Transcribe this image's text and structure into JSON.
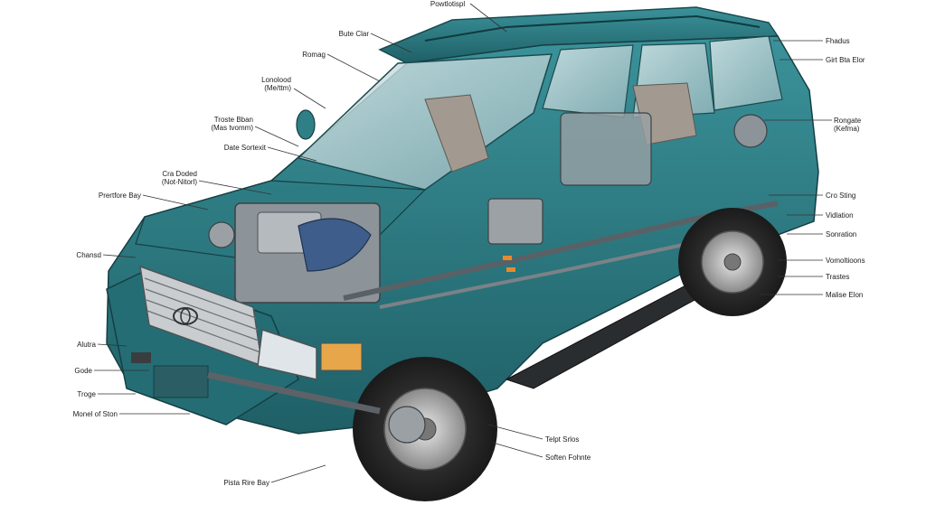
{
  "diagram": {
    "labels": {
      "top_center": "Powtlotispl",
      "left": [
        "Bute Clar",
        "Romag",
        "Lonolood\n(Me/ttm)",
        "Troste Bban\n(Mas tvomm)",
        "Date Sortexit",
        "Cra Doded\n(Not-Nitorl)",
        "Prertfore Bay",
        "Chansd",
        "Alutra",
        "Gode",
        "Troge",
        "Monel of Ston"
      ],
      "right": [
        "Fhadus",
        "Girt Bta Elor",
        "Rongate\n(Kefma)",
        "Cro Sting",
        "Vidlation",
        "Sonration",
        "Vomoltioons",
        "Trastes",
        "Malise Elon"
      ],
      "bottom": [
        "Telpt Srlos",
        "Soften Fohnte",
        "Pista Rire Bay"
      ]
    },
    "colors": {
      "body_teal": "#2f7f86",
      "body_dark": "#1d5c63",
      "glass": "#bcd3d6",
      "engine": "#8d9499",
      "tire": "#2b2b2b",
      "line": "#333333"
    },
    "icons": [
      "vehicle-cutaway-illustration",
      "brand-emblem"
    ]
  }
}
